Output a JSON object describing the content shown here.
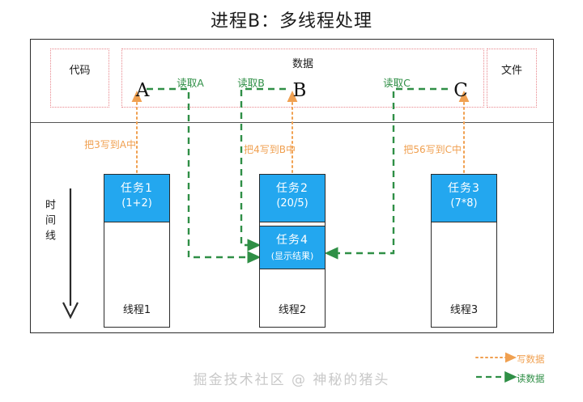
{
  "title": "进程B：多线程处理",
  "regions": {
    "code": "代码",
    "data": "数据",
    "file": "文件"
  },
  "variables": [
    {
      "name": "A"
    },
    {
      "name": "B"
    },
    {
      "name": "C"
    }
  ],
  "read_labels": {
    "a": "读取A",
    "b": "读取B",
    "c": "读取C"
  },
  "write_labels": {
    "a": "把3写到A中",
    "b": "把4写到B中",
    "c": "把56写到C中"
  },
  "timeline": {
    "label": "时间线"
  },
  "threads": [
    {
      "label": "线程1",
      "task": {
        "title": "任务1",
        "expr": "(1+2)"
      }
    },
    {
      "label": "线程2",
      "task": {
        "title": "任务2",
        "expr": "(20/5)"
      },
      "task2": {
        "title": "任务4",
        "expr": "(显示结果)"
      }
    },
    {
      "label": "线程3",
      "task": {
        "title": "任务3",
        "expr": "(7*8)"
      }
    }
  ],
  "legend": {
    "write": "写数据",
    "read": "读数据"
  },
  "watermark": "掘金技术社区 @ 神秘的猪头",
  "colors": {
    "task_fill": "#23a7ef",
    "write_arrow": "#f0a050",
    "read_arrow": "#2f8f46",
    "region_border": "#e8868c",
    "frame": "#2b2b2b"
  }
}
